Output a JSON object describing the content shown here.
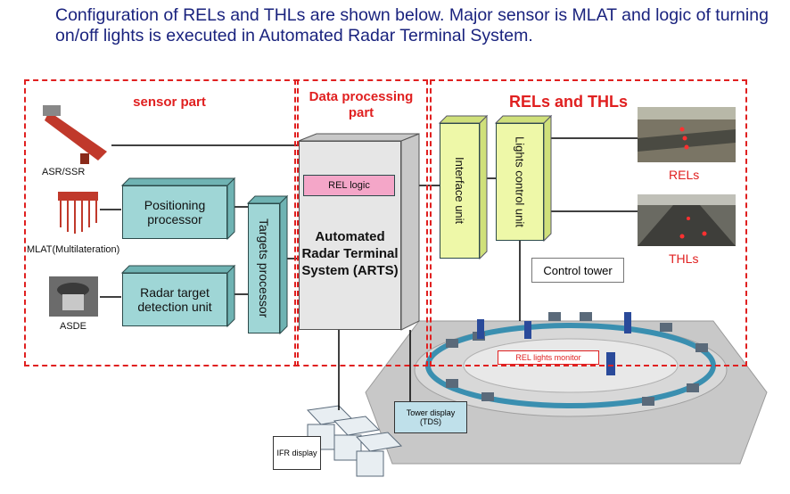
{
  "title": "Configuration of RELs and THLs are shown below. Major sensor is MLAT and logic of turning on/off lights is executed in Automated Radar Terminal System.",
  "regions": {
    "sensor": "sensor part",
    "data_processing": "Data processing part",
    "rels_thls": "RELs and THLs"
  },
  "sensors": {
    "asr_ssr": "ASR/SSR",
    "mlat": "MLAT(Multilateration)",
    "asde": "ASDE"
  },
  "blocks": {
    "positioning": "Positioning processor",
    "radar_target": "Radar target detection unit",
    "targets_processor": "Targets processor",
    "rel_logic": "REL logic",
    "arts": "Automated Radar Terminal System (ARTS)",
    "interface_unit": "Interface unit",
    "lights_control": "Lights control unit"
  },
  "outputs": {
    "rels": "RELs",
    "thls": "THLs",
    "control_tower": "Control tower",
    "rel_monitor": "REL lights monitor",
    "tower_display": "Tower display (TDS)",
    "ifr_display": "IFR display"
  },
  "colors": {
    "accent_red": "#e02020",
    "title_blue": "#1a237e",
    "teal_block": "#9fd6d6",
    "yellow_block": "#eef8a8",
    "rel_logic_pink": "#f4a6c8"
  }
}
